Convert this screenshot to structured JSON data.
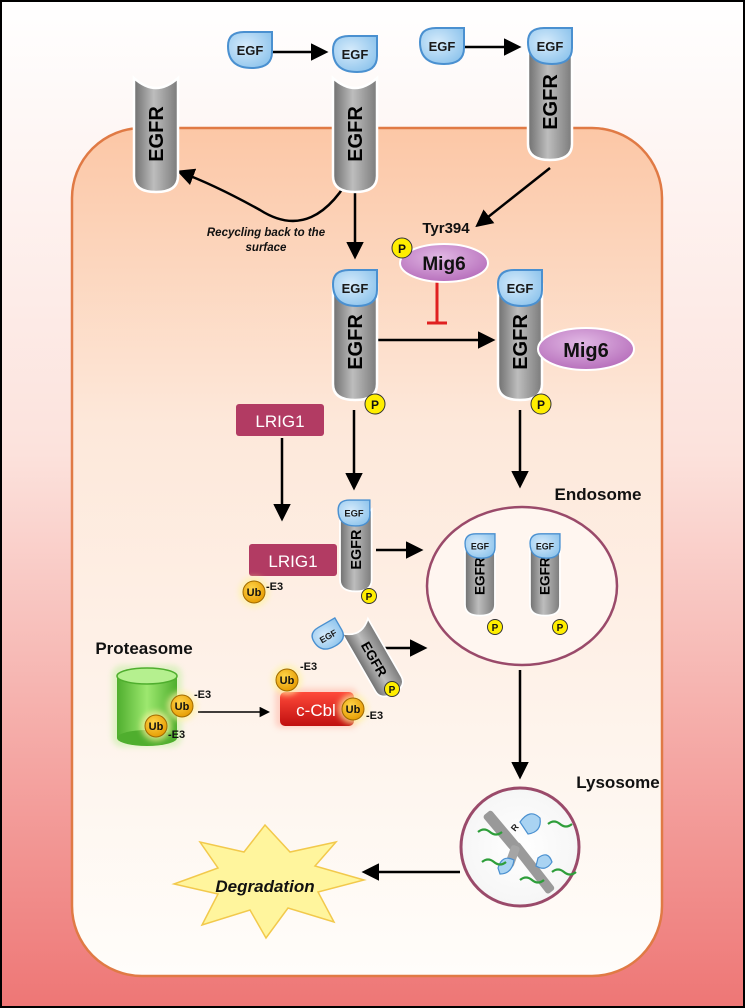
{
  "labels": {
    "egf": "EGF",
    "egfr": "EGFR",
    "p": "P",
    "mig6": "Mig6",
    "tyr394": "Tyr394",
    "lrig1": "LRIG1",
    "ub": "Ub",
    "e3": "-E3",
    "ccbl": "c-Cbl",
    "recycling_line1": "Recycling back to the",
    "recycling_line2": "surface",
    "endosome": "Endosome",
    "proteasome": "Proteasome",
    "lysosome": "Lysosome",
    "degradation": "Degradation",
    "lysosome_fragment": "R"
  },
  "colors": {
    "cell_fill": "#fde3d2",
    "cell_border": "#e07a45",
    "egf_fill": "#a9d3f2",
    "egf_border": "#4a90d0",
    "receptor": "#9a9a9a",
    "phospho": "#ffee00",
    "mig6": "#c07fc4",
    "lrig1": "#b23b63",
    "ub": "#f5b400",
    "ccbl": "#e02020",
    "proteasome": "#7ed957",
    "endosome_border": "#9a4a6a",
    "inhibit": "#e02020",
    "degradation_fill": "#fff59d"
  },
  "icons": [
    "egf-ligand-shape",
    "egfr-receptor-shape",
    "phosphate-circle",
    "ubiquitin-circle",
    "proteasome-cylinder",
    "degradation-burst"
  ]
}
